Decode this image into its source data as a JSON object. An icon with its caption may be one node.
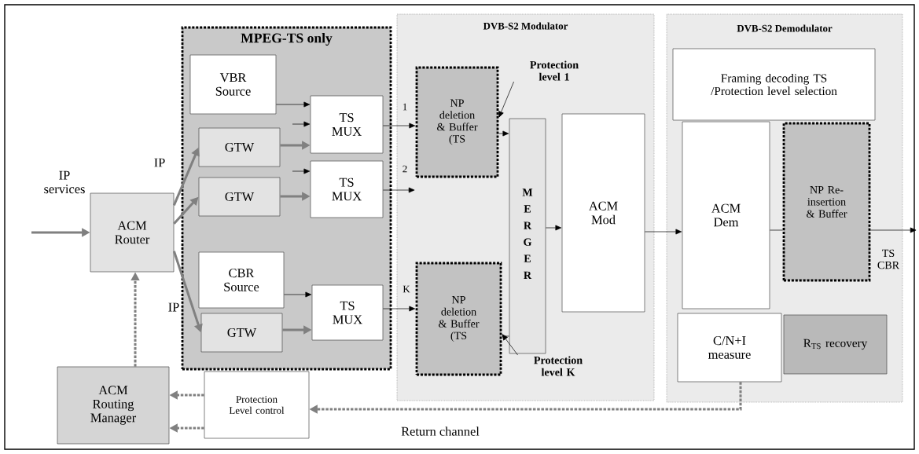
{
  "diagram": {
    "nodes": [
      {
        "text": [
          "MPEG-TS only"
        ]
      },
      {
        "text": [
          "VBR Source"
        ],
        "in": 0
      },
      {
        "text": [
          "TS MUX"
        ],
        "in": 0
      },
      {
        "text": [
          "GTW"
        ],
        "in": 0
      },
      {
        "text": [
          "GTW"
        ],
        "in": 0
      },
      {
        "text": [
          "TS MUX"
        ],
        "in": 0
      },
      {
        "text": [
          "CBR Source"
        ],
        "in": 0
      },
      {
        "text": [
          "TS MUX"
        ],
        "in": 0
      },
      {
        "text": [
          "GTW"
        ],
        "in": 0
      },
      {
        "text": [
          "ACM Router"
        ]
      },
      {
        "text": [
          "ACM Routing Manager"
        ]
      },
      {
        "text": [
          "Protection Level control"
        ]
      },
      {
        "text": [
          "DVB-S2 Modulator"
        ]
      },
      {
        "text": [
          "NP deletion & Buffer (TS"
        ],
        "in": 12
      },
      {
        "text": [
          "NP deletion & Buffer (TS"
        ],
        "in": 12
      },
      {
        "text": [
          "MERGER"
        ],
        "in": 12
      },
      {
        "text": [
          "ACM Mod"
        ],
        "in": 12
      },
      {
        "text": [
          "DVB-S2 Demodulator"
        ]
      },
      {
        "text": [
          "Framing decoding TS /Protection level selection"
        ],
        "in": 17
      },
      {
        "text": [
          "ACM Dem"
        ],
        "in": 17
      },
      {
        "text": [
          "NP Re-insertion & Buffer"
        ],
        "in": 17
      },
      {
        "text": [
          "C/N+I measure"
        ],
        "in": 17
      },
      {
        "text": [
          "R$_{TS}$ recovery"
        ],
        "in": 17
      },
      {
        "text": [
          "Protection level 1"
        ],
        "in": 12
      },
      {
        "text": [
          "Protection level K"
        ],
        "in": 12
      }
    ],
    "edges": [
      {
        "from": null,
        "to": 9,
        "arrow": "to",
        "label": "IP services",
        "style": "thick",
        "color": "#808080"
      },
      {
        "from": 9,
        "to": 3,
        "arrow": "to",
        "label": "IP",
        "style": "thick",
        "color": "#808080"
      },
      {
        "from": 9,
        "to": 4,
        "arrow": "to",
        "style": "thick",
        "color": "#808080"
      },
      {
        "from": 9,
        "to": 8,
        "arrow": "to",
        "label": "IP",
        "style": "thick",
        "color": "#808080"
      },
      {
        "from": 1,
        "to": 2,
        "arrow": "to"
      },
      {
        "from": 3,
        "to": 2,
        "arrow": "to",
        "style": "thick",
        "color": "#808080"
      },
      {
        "from": 4,
        "to": 5,
        "arrow": "to",
        "style": "thick",
        "color": "#808080"
      },
      {
        "from": 6,
        "to": 7,
        "arrow": "to"
      },
      {
        "from": 8,
        "to": 7,
        "arrow": "to",
        "style": "thick",
        "color": "#808080"
      },
      {
        "from": 2,
        "to": 13,
        "arrow": "to",
        "label": "1"
      },
      {
        "from": 5,
        "to": null,
        "arrow": "to",
        "label": "2"
      },
      {
        "from": 7,
        "to": 14,
        "arrow": "to",
        "label": "K"
      },
      {
        "from": 13,
        "to": 15,
        "arrow": "to"
      },
      {
        "from": 14,
        "to": 15,
        "arrow": "none"
      },
      {
        "from": 15,
        "to": 16,
        "arrow": "to"
      },
      {
        "from": 16,
        "to": 19,
        "arrow": "to"
      },
      {
        "from": 19,
        "to": 20,
        "arrow": "none"
      },
      {
        "from": 20,
        "to": null,
        "arrow": "to",
        "label": "TS CBR"
      },
      {
        "from": 21,
        "to": 11,
        "arrow": "to",
        "label": "Return channel",
        "style": "dashed",
        "color": "#808080"
      },
      {
        "from": 11,
        "to": 10,
        "arrow": "to",
        "style": "dashed",
        "color": "#808080"
      },
      {
        "from": 10,
        "to": 9,
        "arrow": "to",
        "style": "dashed",
        "color": "#808080"
      },
      {
        "from": 11,
        "to": 10,
        "arrow": "to",
        "style": "dashed",
        "color": "#808080"
      },
      {
        "from": 23,
        "to": 13,
        "arrow": "to"
      },
      {
        "from": 24,
        "to": 14,
        "arrow": "to"
      },
      {
        "from": null,
        "to": 2,
        "arrow": "to"
      },
      {
        "from": null,
        "to": 5,
        "arrow": "to"
      }
    ]
  }
}
